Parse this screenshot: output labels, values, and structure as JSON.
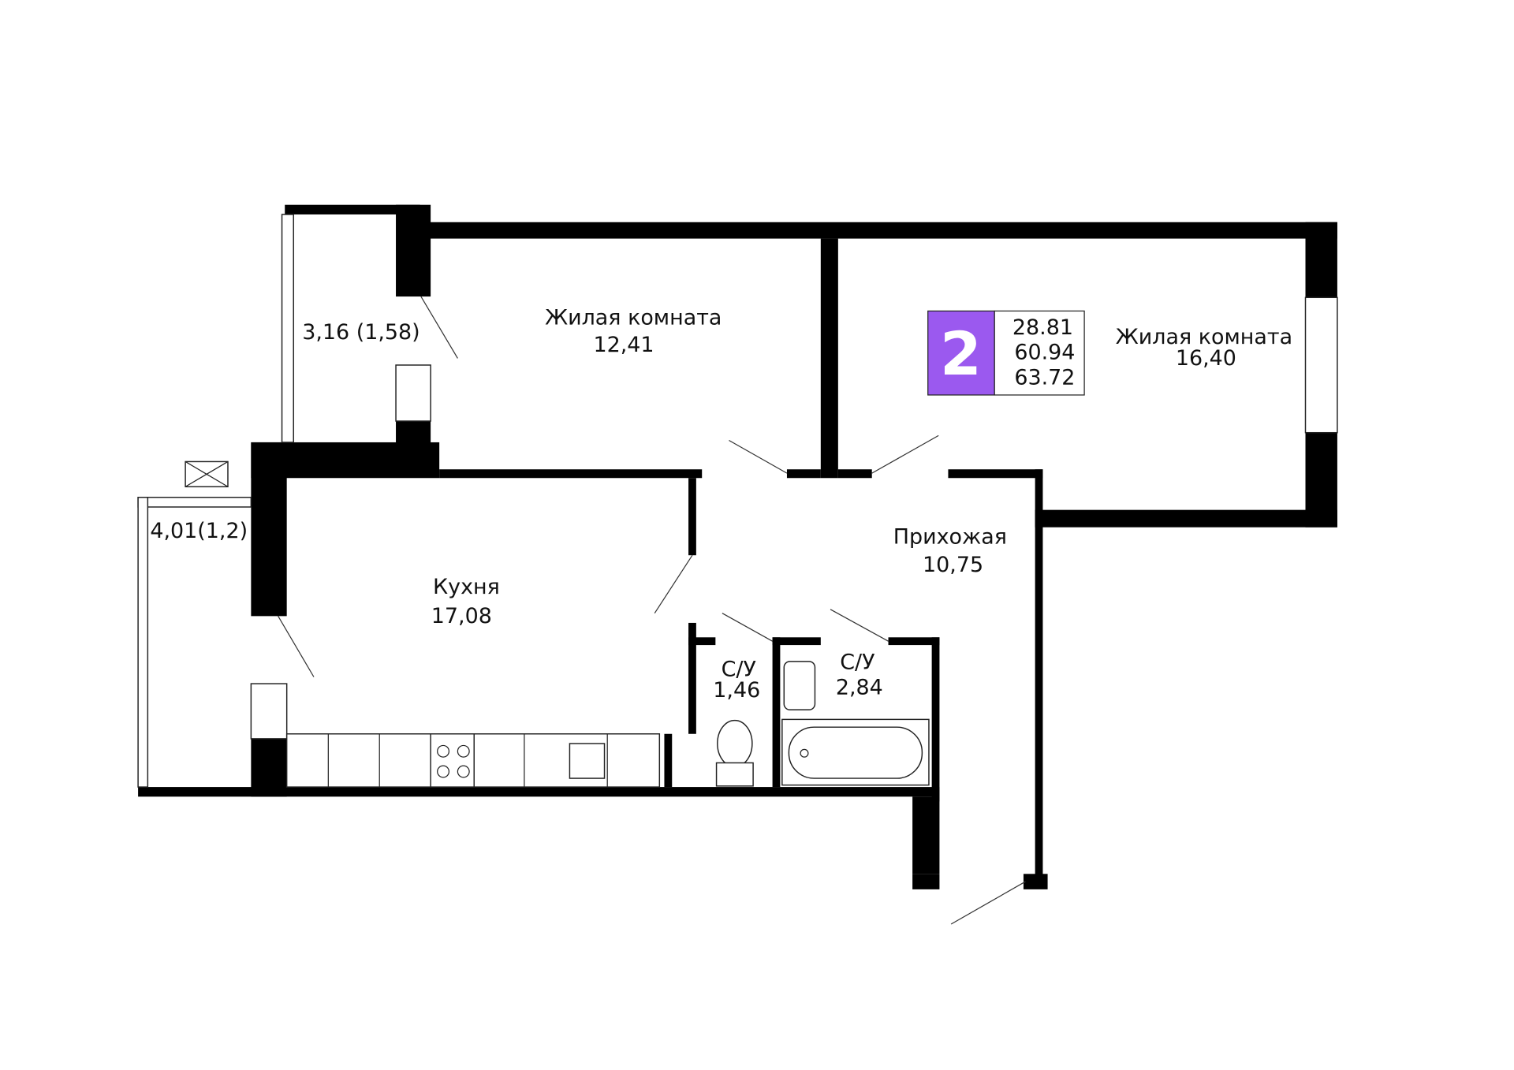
{
  "badge": {
    "rooms": "2",
    "color": "#9b59ef",
    "living_area": "28.81",
    "total_area": "60.94",
    "total_with_balcony": "63.72"
  },
  "rooms": [
    {
      "name": "Жилая комната",
      "area": "12,41"
    },
    {
      "name": "Жилая комната",
      "area": "16,40"
    },
    {
      "name": "Кухня",
      "area": "17,08"
    },
    {
      "name": "Прихожая",
      "area": "10,75"
    },
    {
      "name": "С/У",
      "area": "1,46"
    },
    {
      "name": "С/У",
      "area": "2,84"
    }
  ],
  "balconies": [
    "3,16 (1,58)",
    "4,01(1,2)"
  ]
}
